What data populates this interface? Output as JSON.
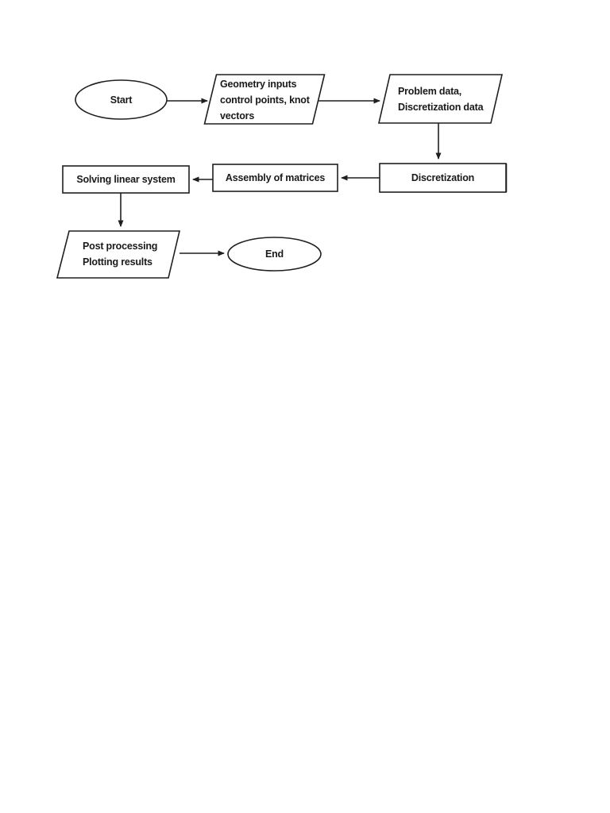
{
  "diagram": {
    "type": "flowchart",
    "colors": {
      "background": "#ffffff",
      "shape_fill": "#ffffff",
      "stroke": "#1f1f1f",
      "text": "#1a1a1a"
    },
    "nodes": {
      "start": {
        "shape": "ellipse",
        "label": "Start"
      },
      "geometry_inputs": {
        "shape": "parallelogram",
        "lines": [
          "Geometry inputs",
          "control points, knot",
          "vectors"
        ]
      },
      "problem_data": {
        "shape": "parallelogram",
        "lines": [
          "Problem data,",
          "Discretization data"
        ]
      },
      "discretization": {
        "shape": "rectangle",
        "label": "Discretization"
      },
      "assembly": {
        "shape": "rectangle",
        "label": "Assembly of matrices"
      },
      "solving": {
        "shape": "rectangle",
        "label": "Solving linear system"
      },
      "post_processing": {
        "shape": "parallelogram",
        "lines": [
          "Post processing",
          "Plotting results"
        ]
      },
      "end": {
        "shape": "ellipse",
        "label": "End"
      }
    },
    "edges": [
      {
        "from": "start",
        "to": "geometry_inputs"
      },
      {
        "from": "geometry_inputs",
        "to": "problem_data"
      },
      {
        "from": "problem_data",
        "to": "discretization"
      },
      {
        "from": "discretization",
        "to": "assembly"
      },
      {
        "from": "assembly",
        "to": "solving"
      },
      {
        "from": "solving",
        "to": "post_processing"
      },
      {
        "from": "post_processing",
        "to": "end"
      }
    ]
  }
}
